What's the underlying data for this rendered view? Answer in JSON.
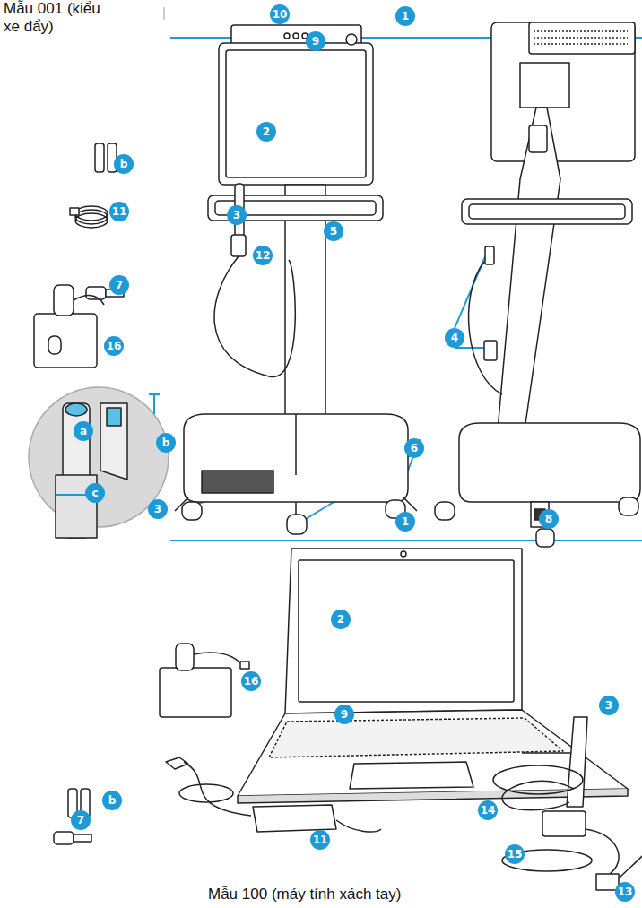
{
  "diagram": {
    "labels": [
      "Mẫu 001 (kiểu xe đẩy)",
      "1",
      "10",
      "9",
      "2",
      "b",
      "11",
      "3",
      "5",
      "12",
      "7",
      "4",
      "16",
      "a",
      "b",
      "6",
      "c",
      "3",
      "8",
      "1",
      "2",
      "16",
      "3",
      "9",
      "b",
      "14",
      "7",
      "11",
      "15",
      "13",
      "Mẫu 100 (máy tính xách tay)"
    ]
  }
}
